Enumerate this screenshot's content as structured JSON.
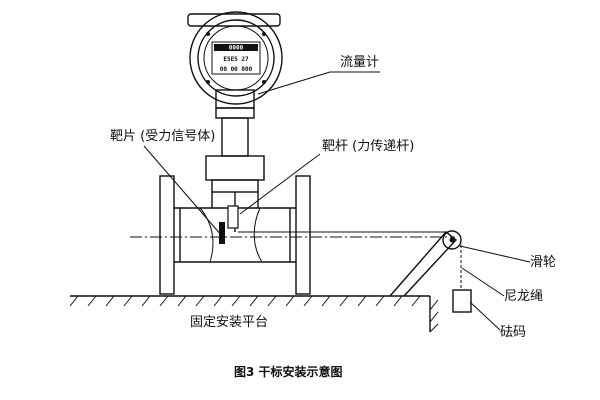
{
  "labels": {
    "flowmeter": "流量计",
    "target_plate": "靶片 (受力信号体)",
    "target_rod": "靶杆 (力传递杆)",
    "pulley": "滑轮",
    "nylon_rope": "尼龙绳",
    "weight": "砝码",
    "platform": "固定安装平台"
  },
  "caption": "图3 干标安装示意图",
  "display": {
    "line1": "0000",
    "line2": "E5E5 27",
    "line3": "00 00 000"
  }
}
